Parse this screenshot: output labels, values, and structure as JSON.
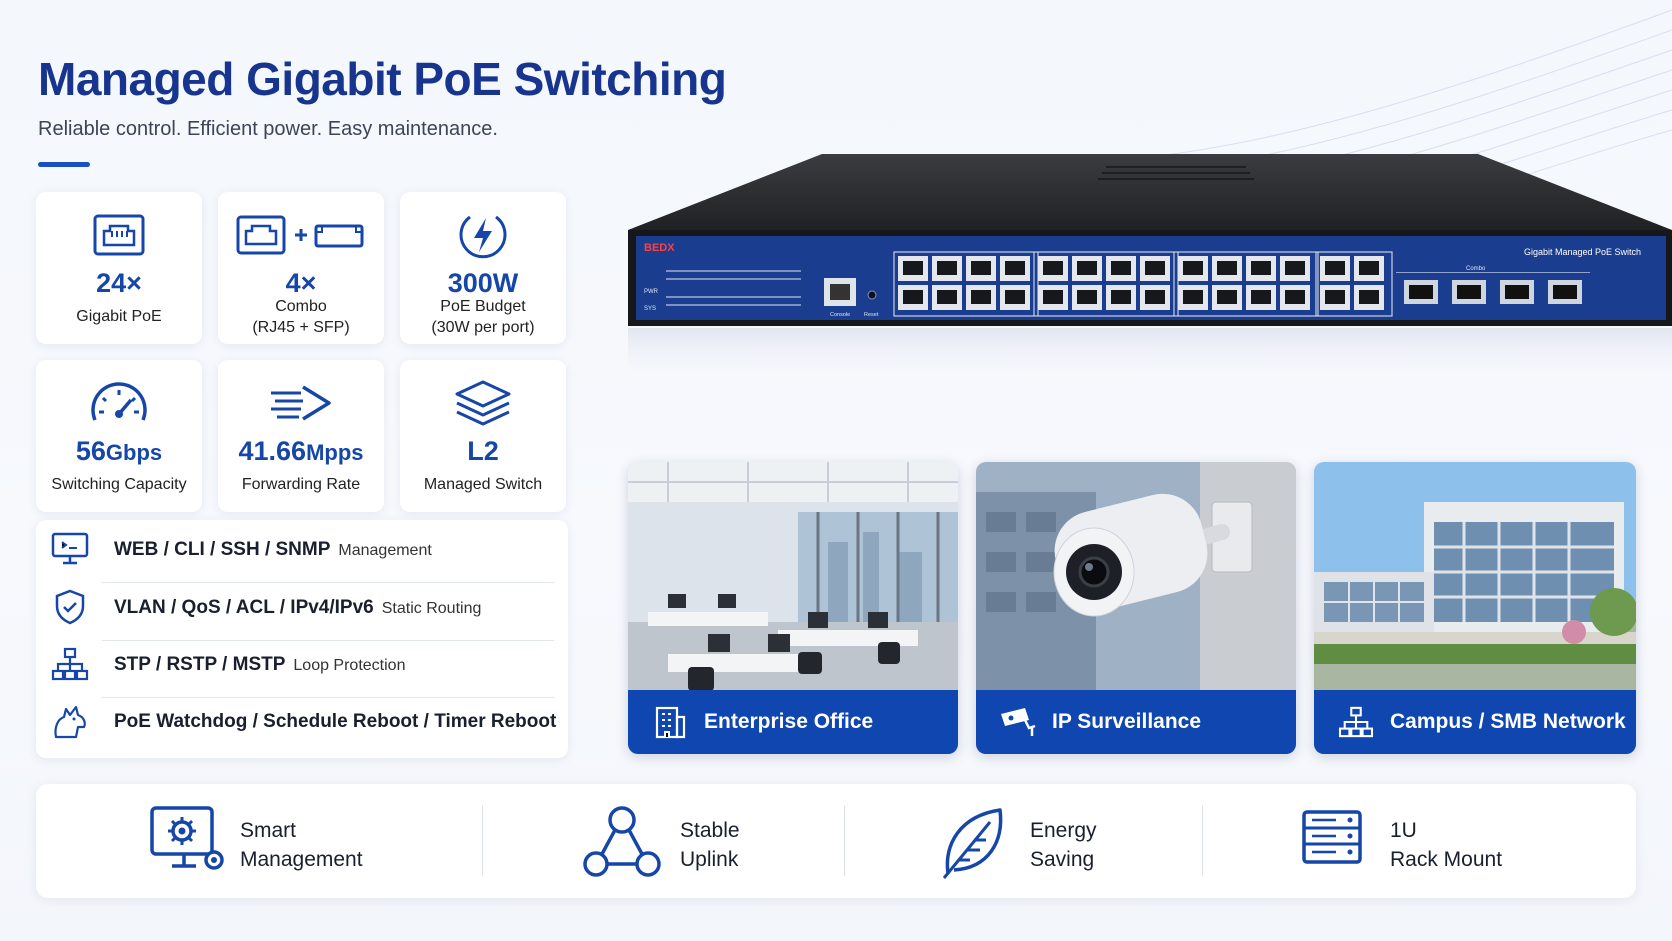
{
  "header": {
    "title": "Managed Gigabit PoE Switching",
    "subtitle": "Reliable control. Efficient power. Easy maintenance."
  },
  "spec_cards": [
    {
      "value": "24×",
      "label": "Gigabit PoE",
      "icon": "ethernet-port-icon"
    },
    {
      "value": "4×",
      "label": "Combo",
      "label2": "(RJ45 + SFP)",
      "icon": "rj45-plus-sfp-icon"
    },
    {
      "value": "300W",
      "label": "PoE Budget",
      "label2": "(30W per port)",
      "icon": "power-bolt-icon"
    },
    {
      "value": "56",
      "value_unit": "Gbps",
      "label": "Switching Capacity",
      "icon": "speedometer-icon"
    },
    {
      "value": "41.66",
      "value_unit": "Mpps",
      "label": "Forwarding Rate",
      "icon": "fast-forward-arrow-icon"
    },
    {
      "value": "L2",
      "label": "Managed Switch",
      "icon": "layers-icon"
    }
  ],
  "features": [
    {
      "text": "WEB / CLI / SSH / SNMP",
      "sub": "Management",
      "icon": "monitor-icon"
    },
    {
      "text": "VLAN / QoS / ACL / IPv4/IPv6",
      "sub": "Static Routing",
      "icon": "shield-check-icon"
    },
    {
      "text": "STP / RSTP / MSTP",
      "sub": "Loop Protection",
      "icon": "network-tree-icon"
    },
    {
      "text": "PoE Watchdog / Schedule Reboot / Timer Reboot",
      "sub": "",
      "icon": "watchdog-icon"
    }
  ],
  "device": {
    "brand": "BEDX",
    "model_label": "Gigabit Managed PoE Switch",
    "combo_label": "Combo",
    "console_label": "Console",
    "reset_label": "Reset",
    "pwr_label": "PWR",
    "sys_label": "SYS"
  },
  "applications": [
    {
      "label": "Enterprise Office",
      "icon": "building-icon"
    },
    {
      "label": "IP Surveillance",
      "icon": "cctv-camera-icon"
    },
    {
      "label": "Campus / SMB Network",
      "icon": "network-tree-icon"
    }
  ],
  "benefits": [
    {
      "line1": "Smart",
      "line2": "Management",
      "icon": "monitor-gear-icon"
    },
    {
      "line1": "Stable",
      "line2": "Uplink",
      "icon": "node-network-icon"
    },
    {
      "line1": "Energy",
      "line2": "Saving",
      "icon": "leaf-icon"
    },
    {
      "line1": "1U",
      "line2": "Rack Mount",
      "icon": "rack-server-icon"
    }
  ],
  "colors": {
    "primary": "#1546a8",
    "title": "#17358f",
    "caption": "#0f46b0",
    "switch_panel": "#1b3d8f"
  }
}
